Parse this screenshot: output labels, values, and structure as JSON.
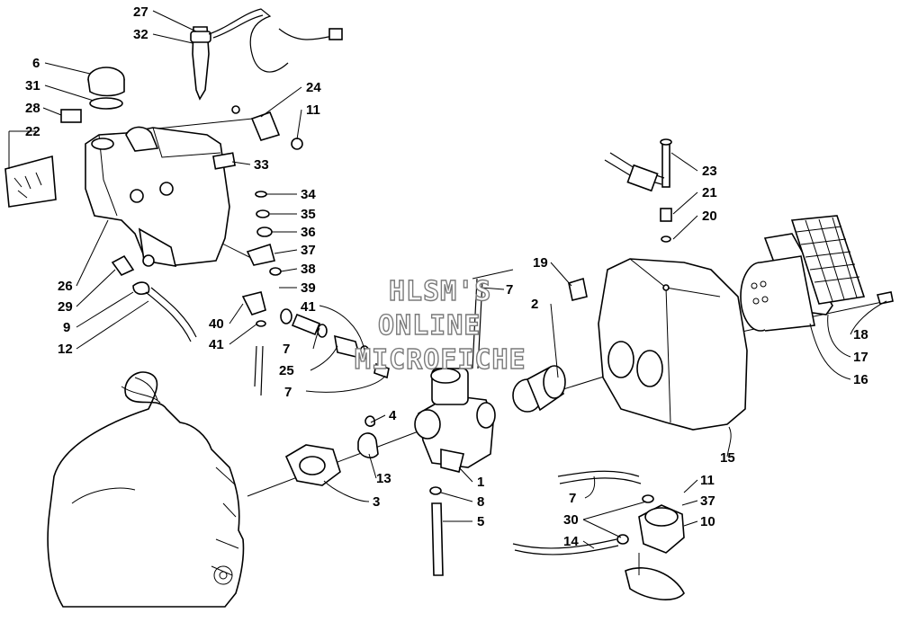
{
  "labels": [
    "27",
    "32",
    "6",
    "31",
    "28",
    "22",
    "24",
    "11",
    "33",
    "34",
    "35",
    "36",
    "37",
    "38",
    "39",
    "40",
    "41",
    "41",
    "7",
    "25",
    "7",
    "26",
    "29",
    "9",
    "12",
    "19",
    "7",
    "2",
    "23",
    "21",
    "20",
    "18",
    "17",
    "16",
    "4",
    "13",
    "3",
    "1",
    "8",
    "5",
    "15",
    "11",
    "37",
    "10",
    "7",
    "30",
    "14"
  ],
  "watermark": {
    "line1": "HLSM'S",
    "line2": "ONLINE",
    "line3": "MICROFICHE"
  }
}
